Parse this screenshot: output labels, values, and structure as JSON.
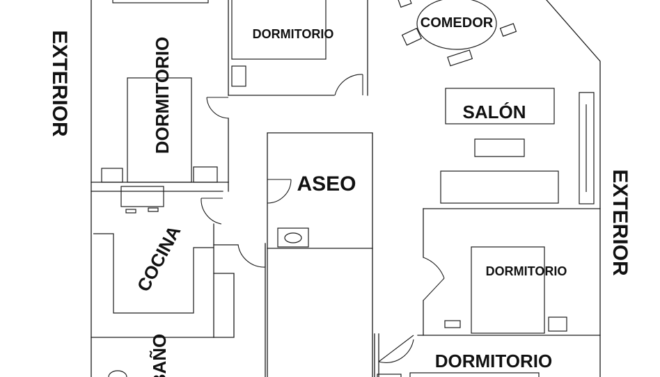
{
  "labels": {
    "exterior_left": "EXTERIOR",
    "exterior_right": "EXTERIOR",
    "dormitorio_top": "DORMITORIO",
    "dormitorio_left": "DORMITORIO",
    "comedor": "COMEDOR",
    "salon": "SALÓN",
    "aseo": "ASEO",
    "cocina": "COCINA",
    "dormitorio_right": "DORMITORIO",
    "dormitorio_bottom": "DORMITORIO",
    "bano": "BAÑO"
  },
  "colors": {
    "line": "#1a1a1a",
    "background": "#ffffff"
  }
}
